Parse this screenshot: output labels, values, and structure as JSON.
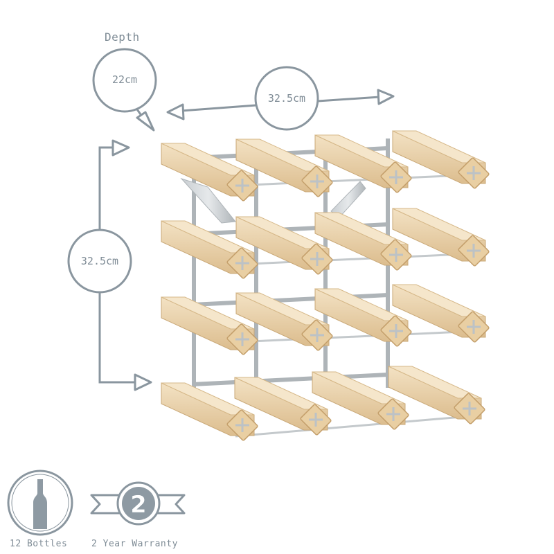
{
  "dimensions": {
    "depth_heading": "Depth",
    "depth_value": "22cm",
    "width_value": "32.5cm",
    "height_value": "32.5cm"
  },
  "features": {
    "bottles_label": "12 Bottles",
    "warranty_label": "2 Year Warranty",
    "warranty_number": "2"
  },
  "product": {
    "rows": 4,
    "columns": 3
  },
  "colors": {
    "annotation": "#7f8c96",
    "wood": "#ecd6b2",
    "wood_dark": "#d9b98a",
    "metal": "#b8bec2"
  }
}
